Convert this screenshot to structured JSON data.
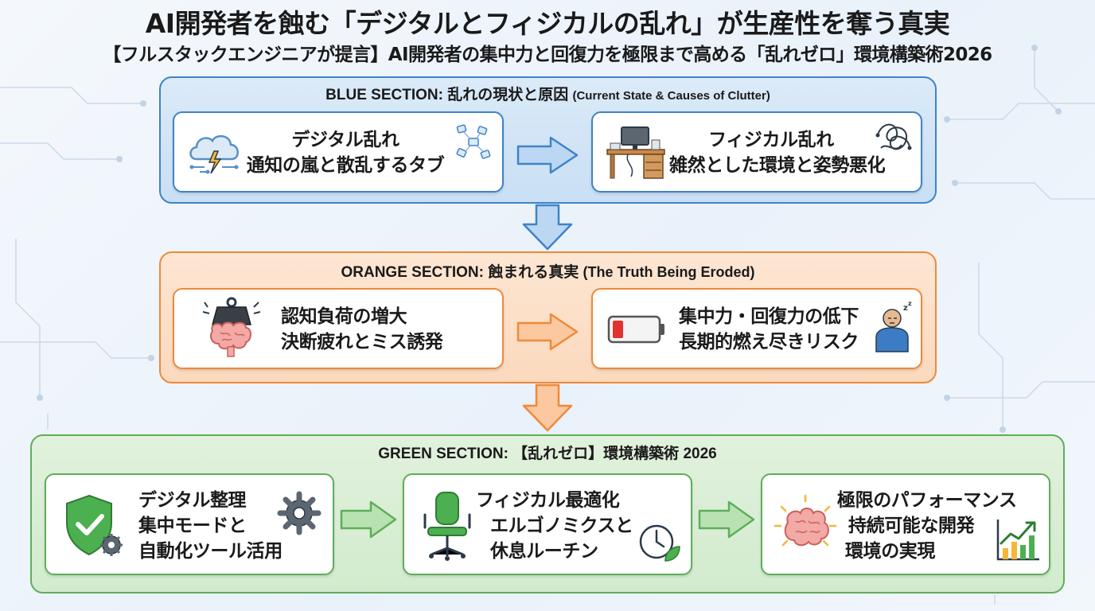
{
  "header": {
    "title": "AI開発者を蝕む「デジタルとフィジカルの乱れ」が生産性を奪う真実",
    "subtitle": "【フルスタックエンジニアが提言】AI開発者の集中力と回復力を極限まで高める「乱れゼロ」環境構築術2026"
  },
  "sections": {
    "blue": {
      "label": "BLUE SECTION: 乱れの現状と原因",
      "label_en": "(Current State & Causes of Clutter)",
      "cards": [
        {
          "line1": "デジタル乱れ",
          "line2": "通知の嵐と散乱するタブ",
          "icons": [
            "storm-cloud-icon",
            "scattered-tabs-icon"
          ]
        },
        {
          "line1": "フィジカル乱れ",
          "line2": "雑然とした環境と姿勢悪化",
          "icons": [
            "messy-desk-icon",
            "tangled-cables-icon"
          ]
        }
      ]
    },
    "orange": {
      "label": "ORANGE SECTION: 蝕まれる真実",
      "label_en": "(The Truth Being Eroded)",
      "cards": [
        {
          "line1": "認知負荷の増大",
          "line2": "決断疲れとミス誘発",
          "icons": [
            "weighted-brain-icon"
          ]
        },
        {
          "line1": "集中力・回復力の低下",
          "line2": "長期的燃え尽きリスク",
          "icons": [
            "low-battery-icon",
            "exhausted-person-icon"
          ]
        }
      ]
    },
    "green": {
      "label": "GREEN SECTION: 【乱れゼロ】環境構築術 2026",
      "cards": [
        {
          "line1": "デジタル整理",
          "line2": "集中モードと",
          "line3": "自動化ツール活用",
          "icons": [
            "shield-check-icon",
            "gear-icon"
          ]
        },
        {
          "line1": "フィジカル最適化",
          "line2": "エルゴノミクスと",
          "line3": "休息ルーチン",
          "icons": [
            "ergonomic-chair-icon",
            "clock-leaf-icon"
          ]
        },
        {
          "line1": "極限のパフォーマンス",
          "line2": "持続可能な開発",
          "line3": "環境の実現",
          "icons": [
            "glowing-brain-icon",
            "growth-chart-icon"
          ]
        }
      ]
    }
  },
  "colors": {
    "blue": "#3f83c8",
    "orange": "#ee8a3a",
    "green": "#5fae5a"
  }
}
